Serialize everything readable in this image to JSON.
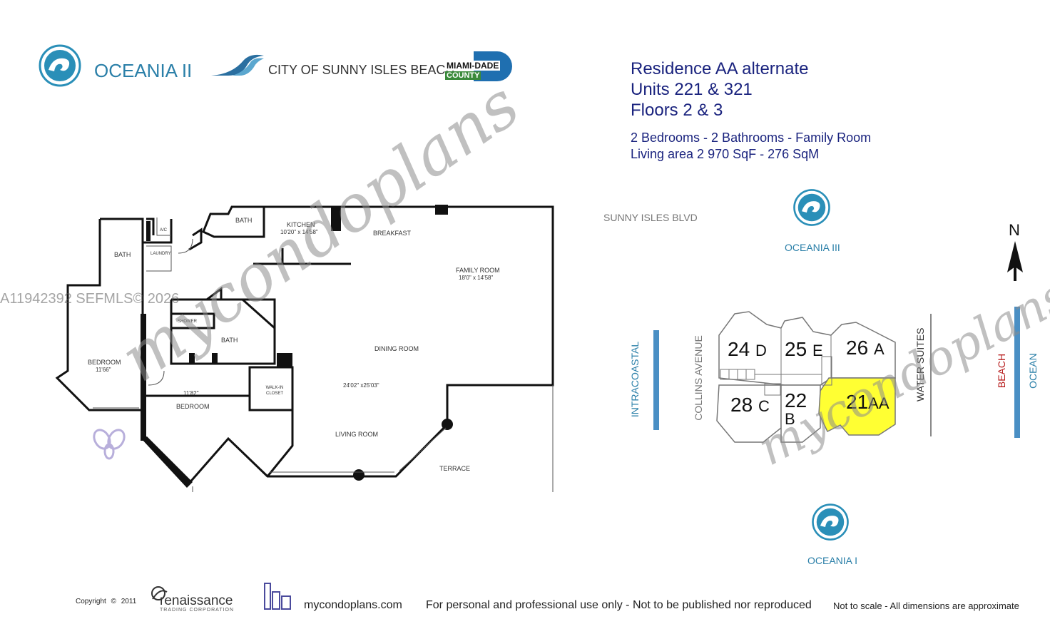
{
  "header": {
    "logo_oceania": "OCEANIA II",
    "logo_city": "CITY OF SUNNY ISLES BEACH",
    "logo_county_top": "MIAMI-DADE",
    "logo_county_bottom": "COUNTY"
  },
  "info": {
    "residence": "Residence AA alternate",
    "units": "Units 221 & 321",
    "floors": "Floors 2 & 3",
    "rooms": "2 Bedrooms - 2 Bathrooms - Family Room",
    "area": "Living area  2 970 SqF - 276 SqM"
  },
  "floorplan": {
    "bath_top": "BATH",
    "kitchen": "KITCHEN",
    "kitchen_dim": "10'20\" x 14'58\"",
    "breakfast": "BREAKFAST",
    "family_room": "FAMILY ROOM",
    "family_dim": "18'0\" x 14'58\"",
    "bath_left": "BATH",
    "laundry": "LAUNDRY",
    "ac": "A/C",
    "shower": "SHOWER",
    "bath_mid": "BATH",
    "dining_room": "DINING ROOM",
    "living_dim": "24'02\" x25'03\"",
    "bedroom_left": "BEDROOM",
    "bedroom_left_dim": "11'66\"",
    "walkin_closet": "WALK-IN CLOSET",
    "bedroom_dim": "11'82\"",
    "bedroom_center": "BEDROOM",
    "living_room": "LIVING ROOM",
    "terrace": "TERRACE"
  },
  "site_map": {
    "sunny_isles_blvd": "SUNNY ISLES BLVD",
    "oceania_iii": "OCEANIA III",
    "oceania_i": "OCEANIA I",
    "north": "N",
    "intracoastal": "INTRACOASTAL",
    "collins_avenue": "COLLINS AVENUE",
    "water_suites": "WATER SUITES",
    "beach": "BEACH",
    "ocean": "OCEAN",
    "units": [
      {
        "num": "24",
        "letter": "D"
      },
      {
        "num": "25",
        "letter": "E"
      },
      {
        "num": "26",
        "letter": "A"
      },
      {
        "num": "28",
        "letter": "C"
      },
      {
        "num": "22",
        "letter": "B"
      },
      {
        "num": "21",
        "letter": "AA"
      }
    ],
    "highlight_color": "#ffff33"
  },
  "watermarks": {
    "mls": "A11942392  SEFMLS© 2026",
    "brand": "mycondoplans"
  },
  "footer": {
    "copyright": "Copyright",
    "copyright_year": "2011",
    "renaissance": "renaissance",
    "renaissance_sub": "TRADING CORPORATION",
    "site": "mycondoplans.com",
    "usage": "For personal and professional use only - Not to be published nor reproduced",
    "scale": "Not to scale - All dimensions are approximate"
  },
  "colors": {
    "navy": "#1a237e",
    "teal": "#2a7fa8",
    "beach_red": "#b71c1c",
    "water_blue": "#4a8fc4"
  }
}
